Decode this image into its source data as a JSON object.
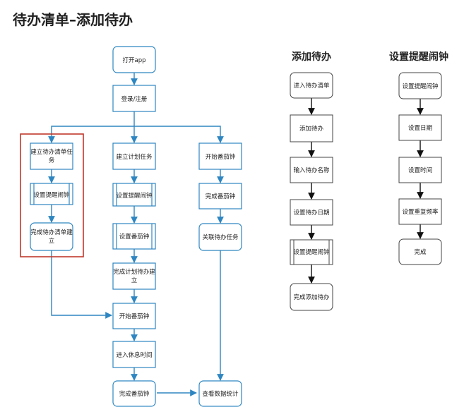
{
  "title": "待办清单–添加待办",
  "sections": {
    "add_todo": "添加待办",
    "set_reminder": "设置提醒闹钟"
  },
  "colors": {
    "main_flow": "#2e86c1",
    "side_flow": "#111111",
    "highlight": "#c0392b"
  },
  "main_nodes": {
    "open_app": "打开app",
    "login": "登录/注册",
    "create_todo": [
      "建立待办清单任",
      "务"
    ],
    "set_alarm_1": "设置提醒闹钟",
    "todo_done": [
      "完成待办清单建",
      "立"
    ],
    "create_plan": "建立计划任务",
    "set_alarm_2": "设置提醒闹钟",
    "set_pomodoro": "设置番茄钟",
    "plan_done": [
      "完成计划待办建",
      "立"
    ],
    "start_pomodoro_mid": "开始番茄钟",
    "enter_rest": "进入休息时间",
    "finish_pomodoro_mid": "完成番茄钟",
    "start_pomodoro_right": "开始番茄钟",
    "finish_pomodoro_right": "完成番茄钟",
    "link_todo": "关联待办任务",
    "view_stats": "查看数据统计"
  },
  "add_todo_nodes": [
    "进入待办清单",
    "添加待办",
    "输入待办名称",
    "设置待办日期",
    "设置提醒闹钟",
    "完成添加待办"
  ],
  "reminder_nodes": [
    "设置提醒闹钟",
    "设置日期",
    "设置时间",
    "设置重复频率",
    "完成"
  ]
}
